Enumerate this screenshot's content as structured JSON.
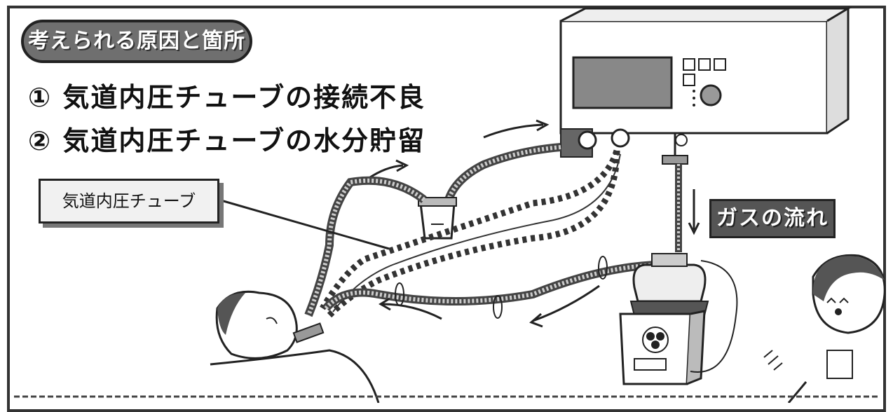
{
  "header": {
    "badge_text": "考えられる原因と箇所"
  },
  "causes": [
    {
      "text": "① 気道内圧チューブの接続不良"
    },
    {
      "text": "② 気道内圧チューブの水分貯留"
    }
  ],
  "callout": {
    "label": "気道内圧チューブ"
  },
  "gas_flow": {
    "label": "ガスの流れ"
  },
  "colors": {
    "frame": "#333333",
    "badge": "#6f6f6f",
    "gas_box": "#555555",
    "tube": "#444444"
  },
  "icons": [
    "ventilator-icon",
    "humidifier-icon",
    "water-trap-icon",
    "patient-icon",
    "nurse-icon",
    "flow-arrow-icon"
  ]
}
